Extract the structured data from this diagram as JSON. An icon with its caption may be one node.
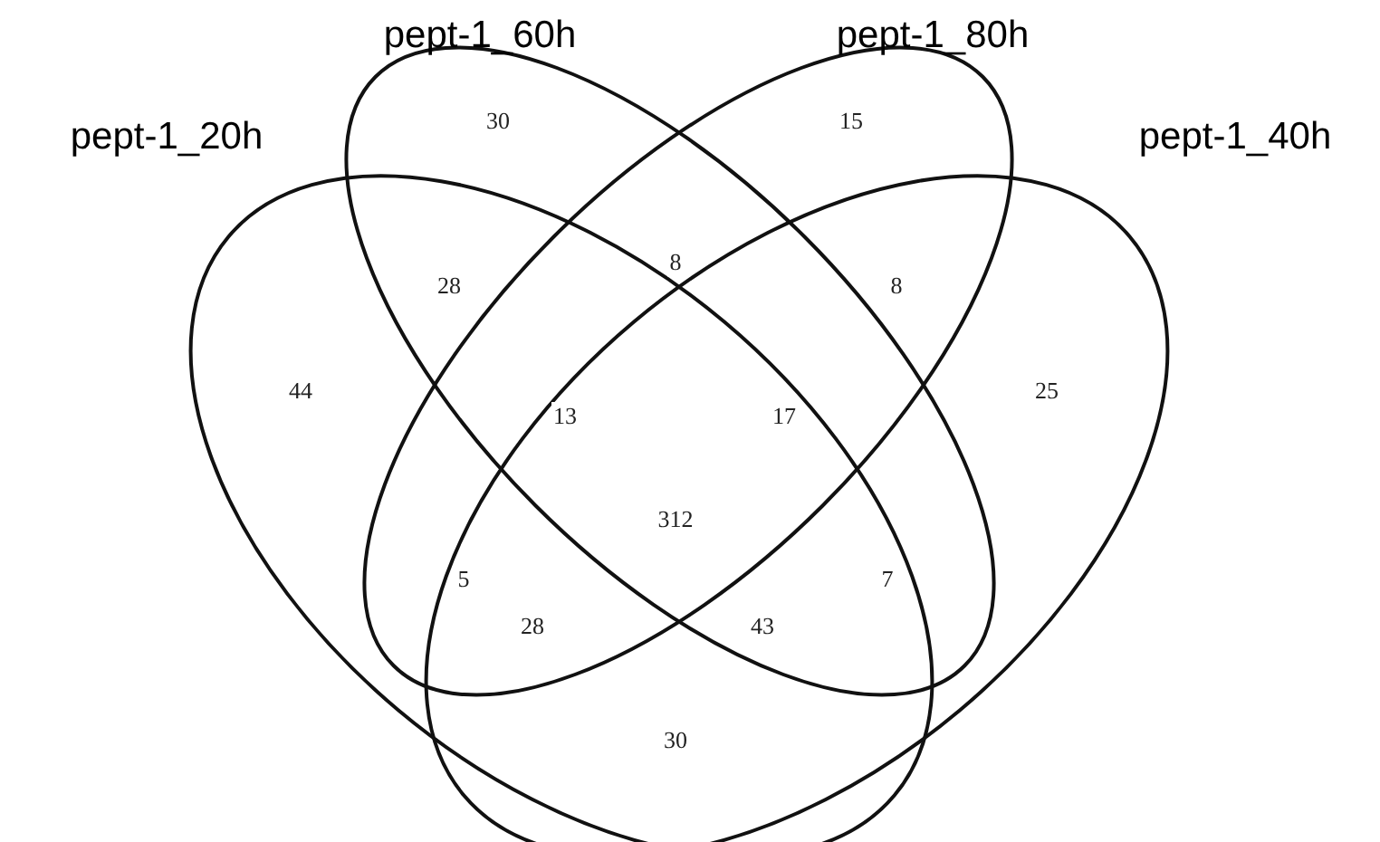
{
  "diagram": {
    "nodes": [
      {
        "text": [
          "pept-1_60h"
        ]
      },
      {
        "text": [
          "pept-1_80h"
        ]
      },
      {
        "text": [
          "pept-1_20h"
        ]
      },
      {
        "text": [
          "pept-1_40h"
        ]
      }
    ],
    "labels": [
      "30",
      "15",
      "28",
      "8",
      "8",
      "44",
      "13",
      "17",
      "25",
      "312",
      "5",
      "7",
      "28",
      "43",
      "30"
    ]
  }
}
